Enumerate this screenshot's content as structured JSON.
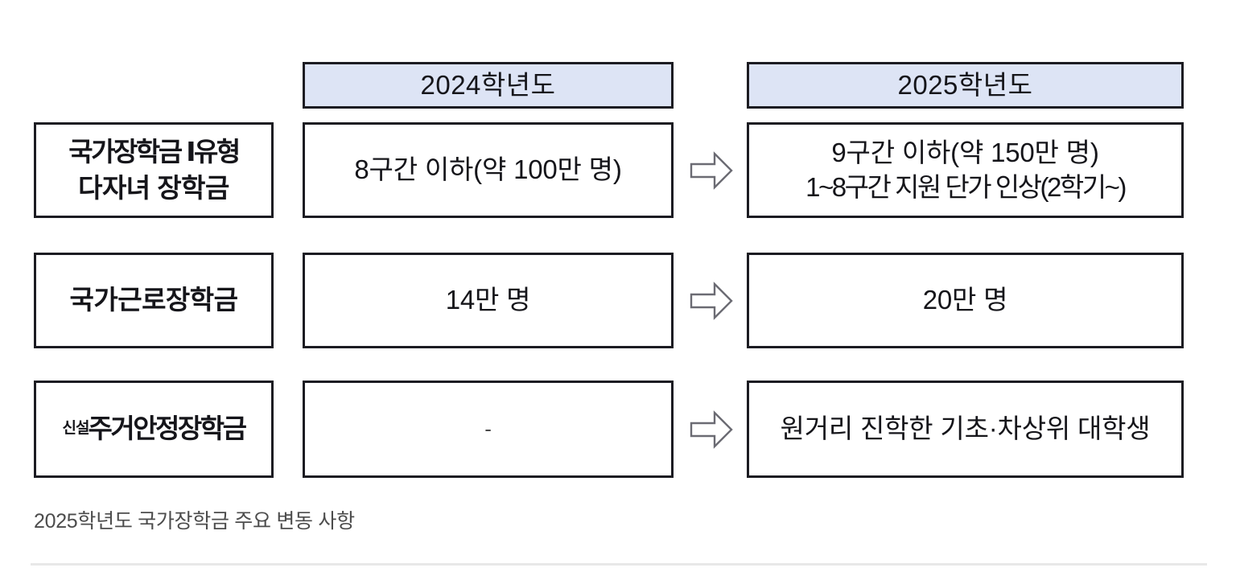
{
  "diagram": {
    "caption": "2025학년도 국가장학금 주요 변동 사항",
    "colors": {
      "header_fill": "#dde4f5",
      "border": "#1c1c22",
      "text": "#15151a",
      "caption_text": "#4c4c4c",
      "divider": "#e8e8e8"
    },
    "columns": {
      "label_header": "",
      "year_2024": "2024학년도",
      "year_2025": "2025학년도"
    },
    "arrow_icon": "right-block-arrow",
    "rows": [
      {
        "label_lines": [
          "국가장학금 Ⅰ유형",
          "다자녀 장학금"
        ],
        "label_tag": "",
        "year_2024_lines": [
          "8구간 이하(약 100만 명)"
        ],
        "year_2025_lines": [
          "9구간 이하(약 150만 명)",
          "1~8구간 지원 단가 인상(2학기~)"
        ]
      },
      {
        "label_lines": [
          "국가근로장학금"
        ],
        "label_tag": "",
        "year_2024_lines": [
          "14만 명"
        ],
        "year_2025_lines": [
          "20만 명"
        ]
      },
      {
        "label_lines": [
          "주거안정장학금"
        ],
        "label_tag": "신설",
        "year_2024_lines": [
          "-"
        ],
        "year_2025_lines": [
          "원거리 진학한 기초·차상위 대학생"
        ]
      }
    ]
  }
}
